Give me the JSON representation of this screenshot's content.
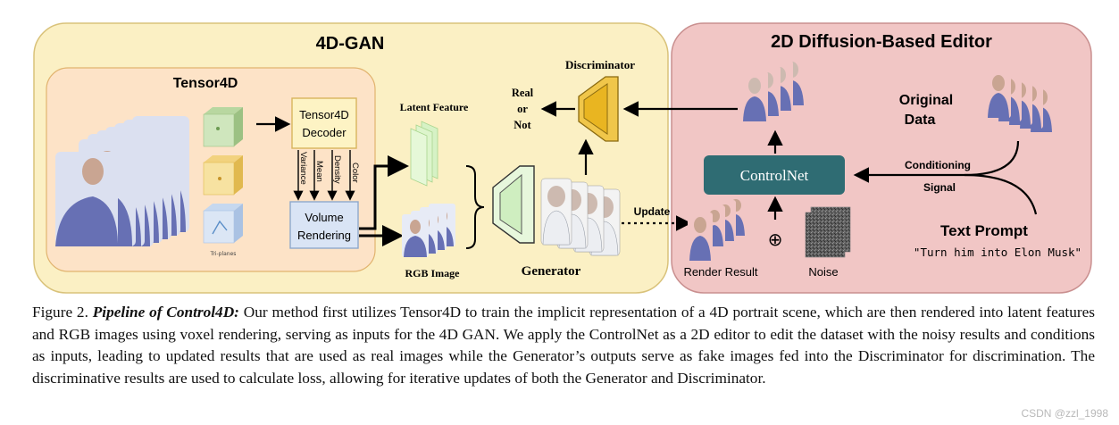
{
  "panels": {
    "gan_title": "4D-GAN",
    "editor_title": "2D Diffusion-Based Editor",
    "tensor4d_title": "Tensor4D"
  },
  "labels": {
    "triplanes": "Tri-planes",
    "decoder_line1": "Tensor4D",
    "decoder_line2": "Decoder",
    "attr_variance": "Variance",
    "attr_mean": "Mean",
    "attr_density": "Density",
    "attr_color": "Color",
    "volume_line1": "Volume",
    "volume_line2": "Rendering",
    "latent_feature": "Latent Feature",
    "rgb_image": "RGB Image",
    "generator": "Generator",
    "discriminator": "Discriminator",
    "real_line1": "Real",
    "real_line2": "or",
    "real_line3": "Not",
    "update": "Update",
    "controlnet": "ControlNet",
    "original_line1": "Original",
    "original_line2": "Data",
    "conditioning": "Conditioning",
    "signal": "Signal",
    "text_prompt": "Text Prompt",
    "prompt_text": "\"Turn him into Elon Musk\"",
    "oplus": "⊕",
    "render_result": "Render Result",
    "noise": "Noise"
  },
  "caption": {
    "prefix": "Figure 2.",
    "title": "Pipeline of Control4D:",
    "body": "Our method first utilizes Tensor4D to train the implicit representation of a 4D portrait scene, which are then rendered into latent features and RGB images using voxel rendering, serving as inputs for the 4D GAN. We apply the ControlNet as a 2D editor to edit the dataset with the noisy results and conditions as inputs, leading to updated results that are used as real images while the Generator’s outputs serve as fake images fed into the Discriminator for discrimination. The discriminative results are used to calculate loss, allowing for iterative updates of both the Generator and Discriminator."
  },
  "watermark": "CSDN @zzl_1998",
  "colors": {
    "gan_panel_fill": "#fbf0c4",
    "gan_panel_stroke": "#d9c27a",
    "editor_panel_fill": "#f1c6c5",
    "editor_panel_stroke": "#c98f8f",
    "tensor4d_fill": "#fde3c7",
    "controlnet_fill": "#2f6c73",
    "discriminator_fill": "#e9b521",
    "generator_fill": "#cfeec0"
  }
}
